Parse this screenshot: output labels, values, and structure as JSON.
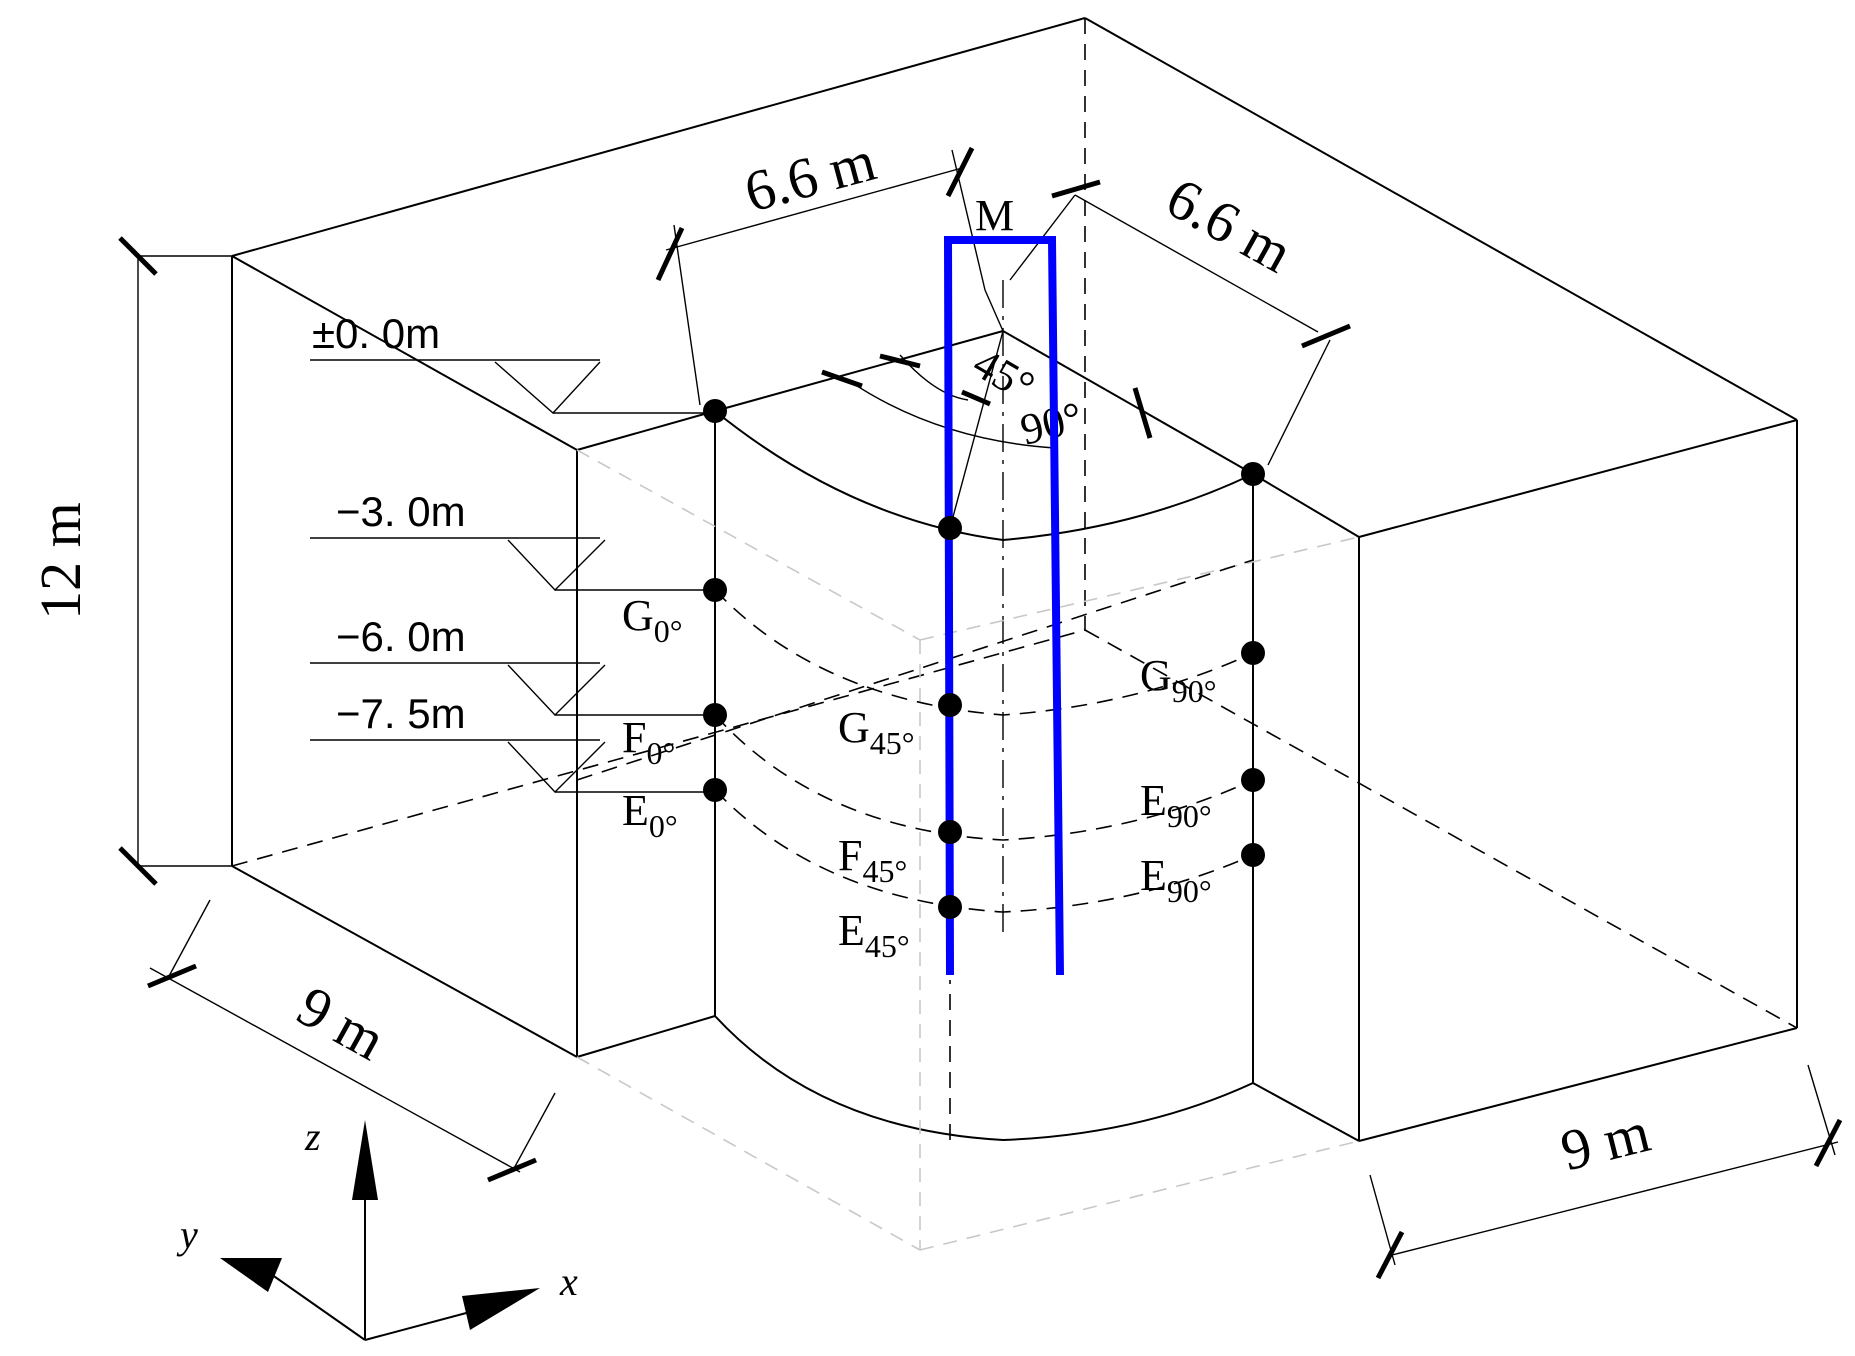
{
  "dimensions": {
    "height": "12 m",
    "width_left": "9 m",
    "width_right": "9 m",
    "radius_left": "6.6 m",
    "radius_right": "6.6 m"
  },
  "angles": {
    "small": "45°",
    "large": "90°"
  },
  "pile_label": "M",
  "levels": [
    "±0. 0m",
    "−3. 0m",
    "−6. 0m",
    "−7. 5m"
  ],
  "points": [
    {
      "letter": "G",
      "angle": "0°"
    },
    {
      "letter": "F",
      "angle": "0°"
    },
    {
      "letter": "E",
      "angle": "0°"
    },
    {
      "letter": "G",
      "angle": "45°"
    },
    {
      "letter": "F",
      "angle": "45°"
    },
    {
      "letter": "E",
      "angle": "45°"
    },
    {
      "letter": "G",
      "angle": "90°"
    },
    {
      "letter": "E",
      "angle": "90°"
    },
    {
      "letter": "E",
      "angle": "90°"
    }
  ],
  "axes": {
    "z": "z",
    "y": "y",
    "x": "x"
  },
  "colors": {
    "pile": "#0000ff",
    "lines": "#000000",
    "hidden_edges": "#c8c8c8"
  }
}
